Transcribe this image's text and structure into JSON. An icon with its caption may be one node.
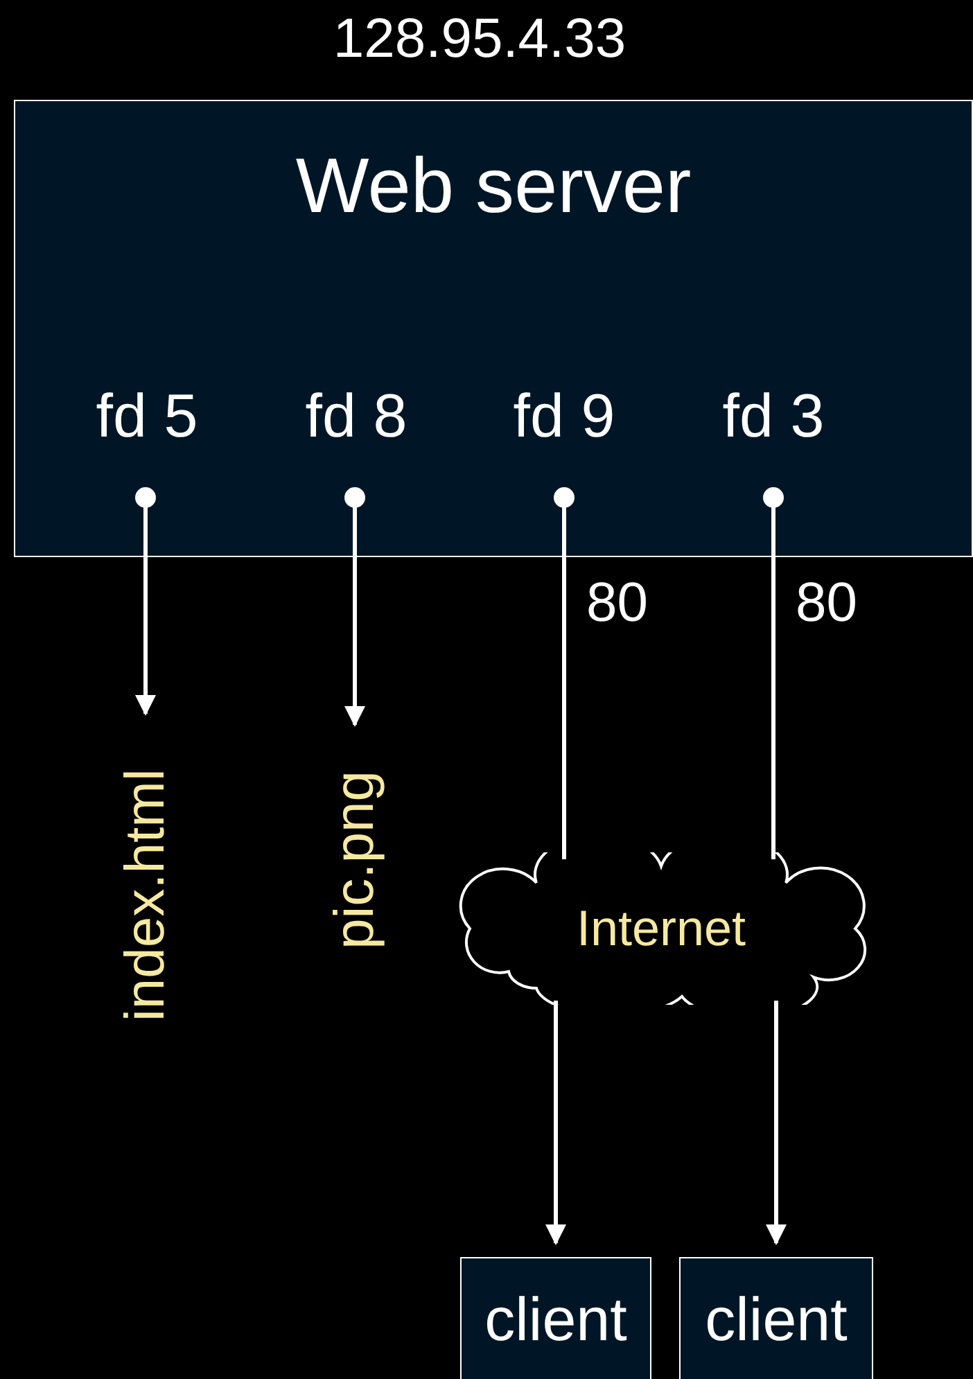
{
  "diagram": {
    "nodes": [
      {
        "text": [
          "Web server"
        ],
        "beside": [
          "128.95.4.33"
        ]
      },
      {
        "text": [
          "fd 5"
        ],
        "in": 0
      },
      {
        "text": [
          "fd 8"
        ],
        "in": 0
      },
      {
        "text": [
          "fd 9"
        ],
        "in": 0
      },
      {
        "text": [
          "fd 3"
        ],
        "in": 0
      },
      {
        "text": [
          "index.html"
        ]
      },
      {
        "text": [
          "pic.png"
        ]
      },
      {
        "text": [
          "Internet"
        ]
      },
      {
        "text": [
          "client"
        ]
      },
      {
        "text": [
          "client"
        ]
      }
    ],
    "edges": [
      {
        "from": 1,
        "to": 5,
        "arrow": "to"
      },
      {
        "from": 2,
        "to": 6,
        "arrow": "to"
      },
      {
        "from": 3,
        "to": 7,
        "arrow": "other",
        "label": "80"
      },
      {
        "from": 7,
        "to": 8,
        "arrow": "to"
      },
      {
        "from": 4,
        "to": 7,
        "arrow": "other",
        "label": "80"
      },
      {
        "from": 7,
        "to": 9,
        "arrow": "to"
      }
    ]
  }
}
